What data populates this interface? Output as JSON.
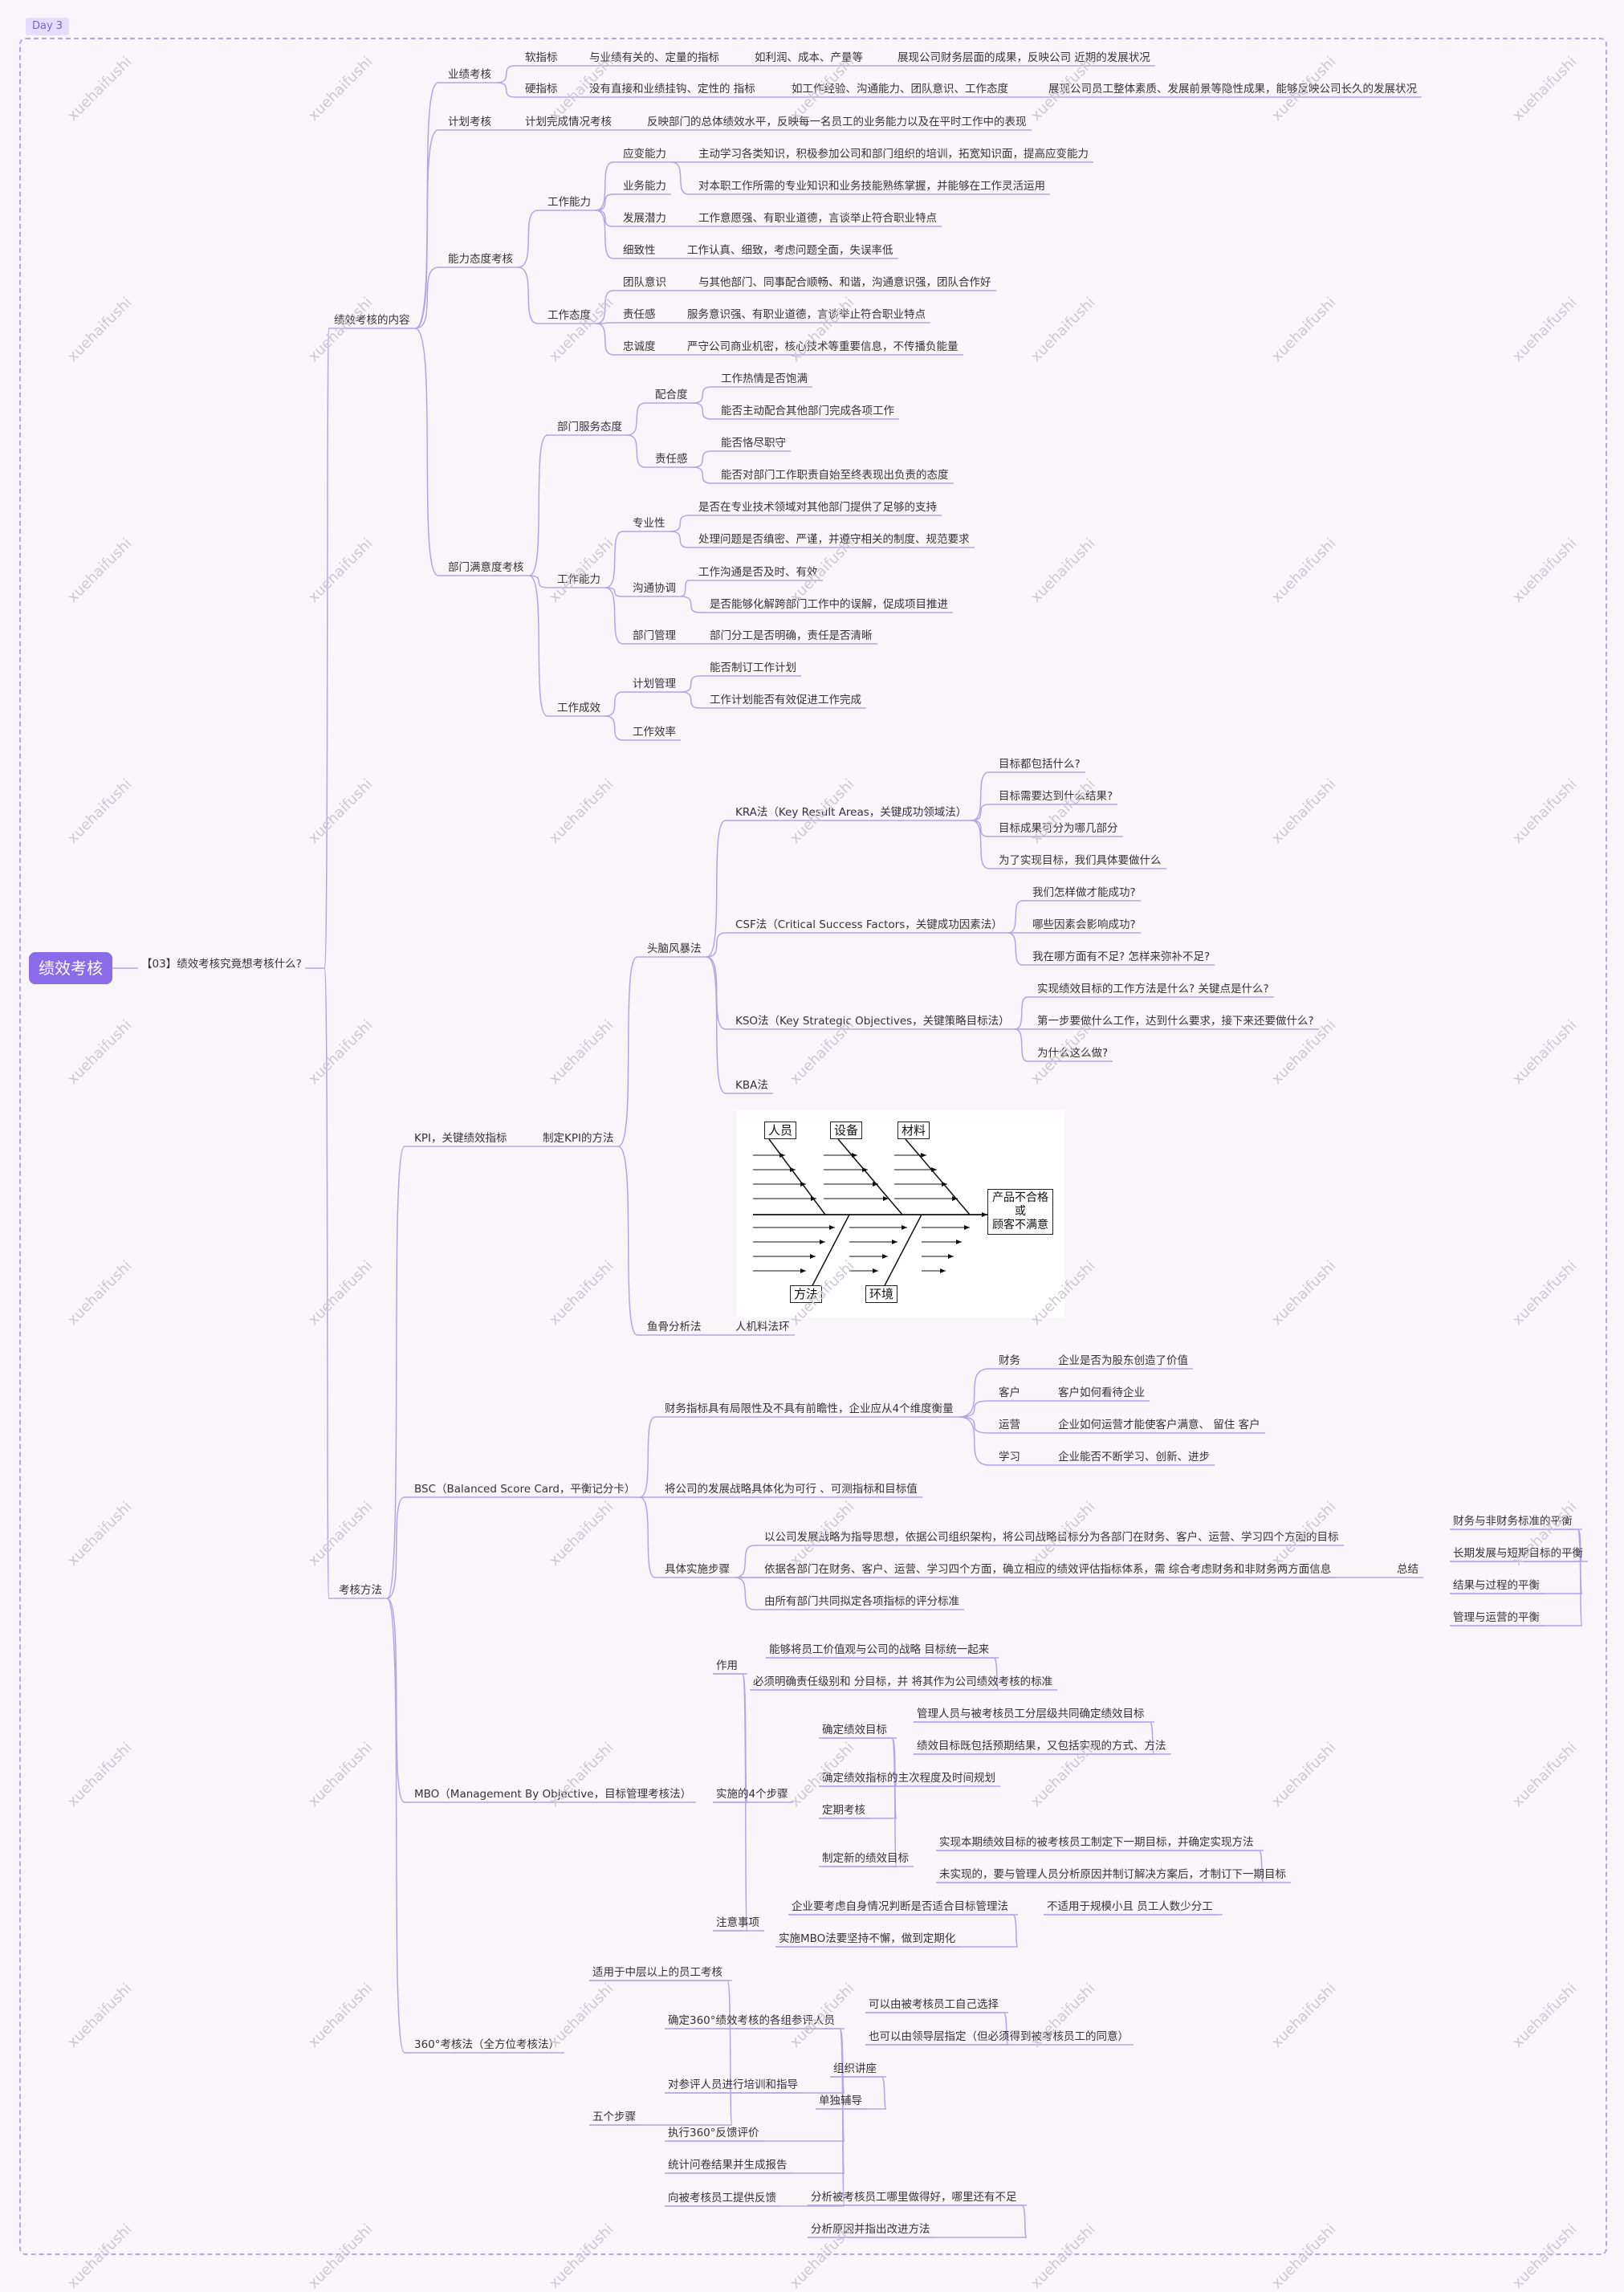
{
  "day_tag": "Day 3",
  "watermark": "xuehaifushi",
  "root": "绩效考核",
  "question": "【03】绩效考核究竟想考核什么?",
  "nodes": [
    {
      "t": "绩效考核的内容"
    },
    {
      "t": "业绩考核"
    },
    {
      "t": "软指标"
    },
    {
      "t": "与业绩有关的、定量的指标"
    },
    {
      "t": "如利润、成本、产量等"
    },
    {
      "t": "展现公司财务层面的成果，反映公司 近期的发展状况"
    },
    {
      "t": "硬指标"
    },
    {
      "t": "没有直接和业绩挂钩、定性的 指标"
    },
    {
      "t": "如工作经验、沟通能力、团队意识、工作态度"
    },
    {
      "t": "展现公司员工整体素质、发展前景等隐性成果，能够反映公司长久的发展状况"
    },
    {
      "t": "计划考核"
    },
    {
      "t": "计划完成情况考核"
    },
    {
      "t": "反映部门的总体绩效水平，反映每一名员工的业务能力以及在平时工作中的表现"
    },
    {
      "t": "能力态度考核"
    },
    {
      "t": "工作能力"
    },
    {
      "t": "应变能力"
    },
    {
      "t": "主动学习各类知识，积极参加公司和部门组织的培训，拓宽知识面，提高应变能力"
    },
    {
      "t": "业务能力"
    },
    {
      "t": "对本职工作所需的专业知识和业务技能熟练掌握，并能够在工作灵活运用"
    },
    {
      "t": "发展潜力"
    },
    {
      "t": "工作意愿强、有职业道德，言谈举止符合职业特点"
    },
    {
      "t": "细致性"
    },
    {
      "t": "工作认真、细致，考虑问题全面，失误率低"
    },
    {
      "t": "工作态度"
    },
    {
      "t": "团队意识"
    },
    {
      "t": "与其他部门、同事配合顺畅、和谐，沟通意识强，团队合作好"
    },
    {
      "t": "责任感"
    },
    {
      "t": "服务意识强、有职业道德，言谈举止符合职业特点"
    },
    {
      "t": "忠诚度"
    },
    {
      "t": "严守公司商业机密，核心技术等重要信息，不传播负能量"
    },
    {
      "t": "部门满意度考核"
    },
    {
      "t": "部门服务态度"
    },
    {
      "t": "配合度"
    },
    {
      "t": "工作热情是否饱满"
    },
    {
      "t": "能否主动配合其他部门完成各项工作"
    },
    {
      "t": "责任感"
    },
    {
      "t": "能否恪尽职守"
    },
    {
      "t": "能否对部门工作职责自始至终表现出负责的态度"
    },
    {
      "t": "工作能力"
    },
    {
      "t": "专业性"
    },
    {
      "t": "是否在专业技术领域对其他部门提供了足够的支持"
    },
    {
      "t": "处理问题是否缜密、严谨，并遵守相关的制度、规范要求"
    },
    {
      "t": "沟通协调"
    },
    {
      "t": "工作沟通是否及时、有效"
    },
    {
      "t": "是否能够化解跨部门工作中的误解，促成项目推进"
    },
    {
      "t": "部门管理"
    },
    {
      "t": "部门分工是否明确，责任是否清晰"
    },
    {
      "t": "工作成效"
    },
    {
      "t": "计划管理"
    },
    {
      "t": "能否制订工作计划"
    },
    {
      "t": "工作计划能否有效促进工作完成"
    },
    {
      "t": "工作效率"
    },
    {
      "t": "考核方法"
    },
    {
      "t": "KPI，关键绩效指标"
    },
    {
      "t": "制定KPI的方法"
    },
    {
      "t": "头脑风暴法"
    },
    {
      "t": "KRA法（Key Result Areas，关键成功领域法）"
    },
    {
      "t": "目标都包括什么?"
    },
    {
      "t": "目标需要达到什么结果?"
    },
    {
      "t": "目标成果可分为哪几部分"
    },
    {
      "t": "为了实现目标，我们具体要做什么"
    },
    {
      "t": "CSF法（Critical Success Factors，关键成功因素法）"
    },
    {
      "t": "我们怎样做才能成功?"
    },
    {
      "t": "哪些因素会影响成功?"
    },
    {
      "t": "我在哪方面有不足? 怎样来弥补不足?"
    },
    {
      "t": "KSO法（Key Strategic Objectives，关键策略目标法）"
    },
    {
      "t": "实现绩效目标的工作方法是什么? 关键点是什么?"
    },
    {
      "t": "第一步要做什么工作，达到什么要求，接下来还要做什么?"
    },
    {
      "t": "为什么这么做?"
    },
    {
      "t": "KBA法"
    },
    {
      "t": "鱼骨分析法"
    },
    {
      "t": "人机料法环"
    },
    {
      "t": "BSC（Balanced Score Card，平衡记分卡）"
    },
    {
      "t": "财务指标具有局限性及不具有前瞻性，企业应从4个维度衡量"
    },
    {
      "t": "财务"
    },
    {
      "t": "企业是否为股东创造了价值"
    },
    {
      "t": "客户"
    },
    {
      "t": "客户如何看待企业"
    },
    {
      "t": "运营"
    },
    {
      "t": "企业如何运营才能使客户满意、 留住 客户"
    },
    {
      "t": "学习"
    },
    {
      "t": "企业能否不断学习、创新、进步"
    },
    {
      "t": "将公司的发展战略具体化为可行 、可测指标和目标值"
    },
    {
      "t": "具体实施步骤"
    },
    {
      "t": "以公司发展战略为指导思想，依据公司组织架构，将公司战略目标分为各部门在财务、客户、运营、学习四个方面的目标"
    },
    {
      "t": "依据各部门在财务、客户、运营、学习四个方面，确立相应的绩效评估指标体系，需 综合考虑财务和非财务两方面信息"
    },
    {
      "t": "由所有部门共同拟定各项指标的评分标准"
    },
    {
      "t": "总结"
    },
    {
      "t": "财务与非财务标准的平衡"
    },
    {
      "t": "长期发展与短期目标的平衡"
    },
    {
      "t": "结果与过程的平衡"
    },
    {
      "t": "管理与运营的平衡"
    },
    {
      "t": "MBO（Management By Objective，目标管理考核法）"
    },
    {
      "t": "作用"
    },
    {
      "t": "能够将员工价值观与公司的战略 目标统一起来"
    },
    {
      "t": "必须明确责任级别和 分目标，并 将其作为公司绩效考核的标准"
    },
    {
      "t": "实施的4个步骤"
    },
    {
      "t": "确定绩效目标"
    },
    {
      "t": "管理人员与被考核员工分层级共同确定绩效目标"
    },
    {
      "t": "绩效目标既包括预期结果，又包括实现的方式、方法"
    },
    {
      "t": "确定绩效指标的主次程度及时间规划"
    },
    {
      "t": "定期考核"
    },
    {
      "t": "制定新的绩效目标"
    },
    {
      "t": "实现本期绩效目标的被考核员工制定下一期目标，并确定实现方法"
    },
    {
      "t": "未实现的，要与管理人员分析原因并制订解决方案后，才制订下一期目标"
    },
    {
      "t": "注意事项"
    },
    {
      "t": "企业要考虑自身情况判断是否适合目标管理法"
    },
    {
      "t": "不适用于规模小且 员工人数少分工"
    },
    {
      "t": "实施MBO法要坚持不懈，做到定期化"
    },
    {
      "t": "360°考核法（全方位考核法）"
    },
    {
      "t": "适用于中层以上的员工考核"
    },
    {
      "t": "五个步骤"
    },
    {
      "t": "确定360°绩效考核的各组参评人员"
    },
    {
      "t": "可以由被考核员工自己选择"
    },
    {
      "t": "也可以由领导层指定（但必须得到被考核员工的同意）"
    },
    {
      "t": "对参评人员进行培训和指导"
    },
    {
      "t": "组织讲座"
    },
    {
      "t": "单独辅导"
    },
    {
      "t": "执行360°反馈评价"
    },
    {
      "t": "统计问卷结果并生成报告"
    },
    {
      "t": "向被考核员工提供反馈"
    },
    {
      "t": "分析被考核员工哪里做得好，哪里还有不足"
    },
    {
      "t": "分析原因并指出改进方法"
    }
  ],
  "fishbone": {
    "causes_top": [
      "人员",
      "设备",
      "材料"
    ],
    "causes_bottom": [
      "方法",
      "环境"
    ],
    "result": [
      "产品不合格",
      "或",
      "顾客不满意"
    ]
  },
  "colors": {
    "line": "#b7a4e6",
    "root_bg": "#8c6be8",
    "background": "#faf5fb"
  }
}
